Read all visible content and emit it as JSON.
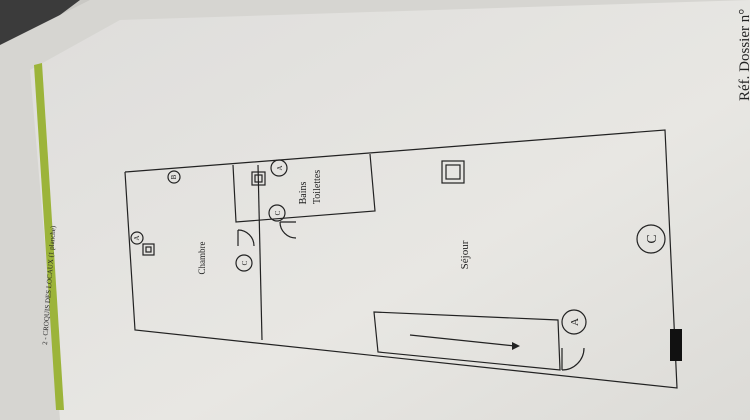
{
  "header": {
    "section_title": "2 - CROQUIS DES LOCAUX (1 planche)",
    "reference": "Réf. Dossier n°"
  },
  "plan": {
    "rooms": [
      {
        "label": "Chambre"
      },
      {
        "label": "Bains"
      },
      {
        "label": "Toilettes"
      },
      {
        "label": "Séjour"
      }
    ],
    "markers": {
      "a": "A",
      "b": "B",
      "c": "C"
    }
  },
  "colors": {
    "paper": "#e6e5e1",
    "band": "#9cb43a",
    "ink": "#222222"
  }
}
